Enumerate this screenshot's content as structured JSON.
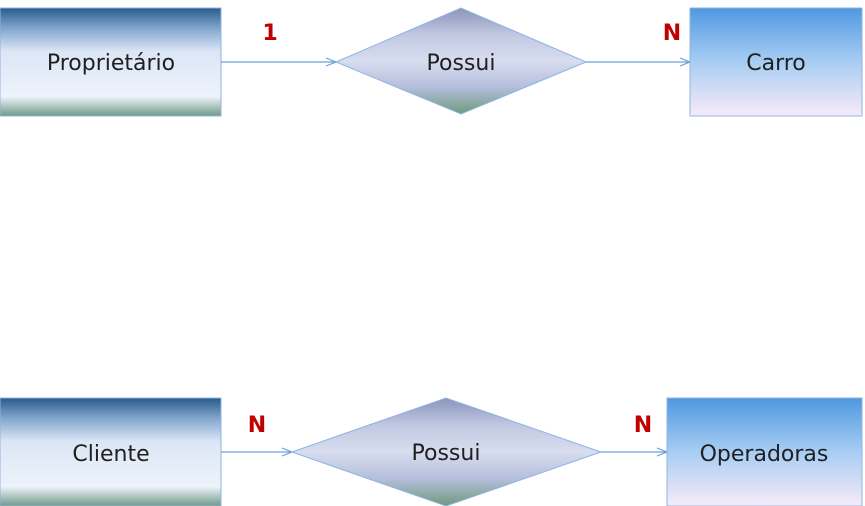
{
  "colors": {
    "cardinality": "#c00000",
    "connector": "#6aa0d8",
    "outline": "#8eb4e3"
  },
  "relationships": [
    {
      "left_entity": {
        "label": "Proprietário",
        "style": "dark-top"
      },
      "relation": {
        "label": "Possui"
      },
      "right_entity": {
        "label": "Carro",
        "style": "blue-top"
      },
      "left_cardinality": "1",
      "right_cardinality": "N"
    },
    {
      "left_entity": {
        "label": "Cliente",
        "style": "dark-top"
      },
      "relation": {
        "label": "Possui"
      },
      "right_entity": {
        "label": "Operadoras",
        "style": "blue-top"
      },
      "left_cardinality": "N",
      "right_cardinality": "N"
    }
  ]
}
